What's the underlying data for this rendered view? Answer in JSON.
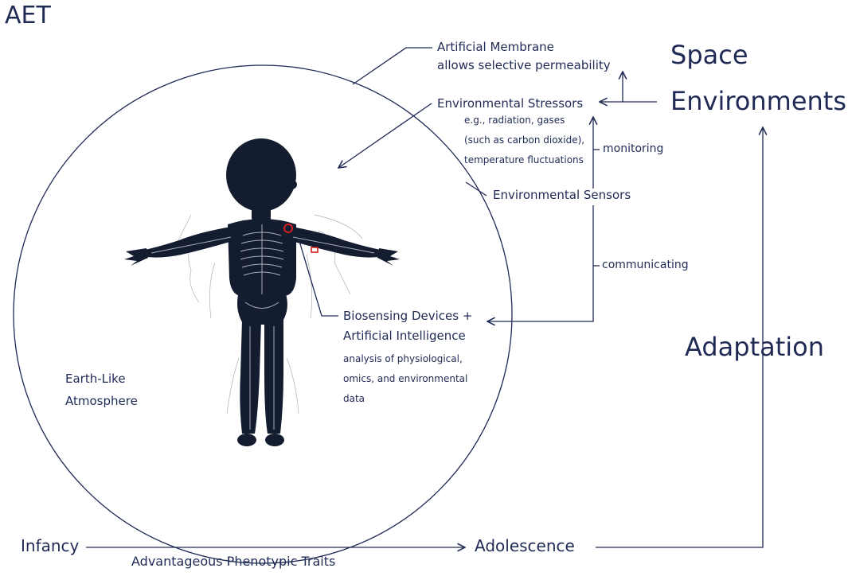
{
  "title": "AET",
  "labels": {
    "membrane": [
      "Artificial Membrane",
      "allows selective permeability"
    ],
    "stressors": "Environmental Stressors",
    "stressor_details": [
      "e.g., radiation, gases",
      "(such as carbon dioxide),",
      "temperature fluctuations"
    ],
    "monitoring": "monitoring",
    "sensors": "Environmental Sensors",
    "communicating": "communicating",
    "biosensing": [
      "Biosensing Devices +",
      "Artificial Intelligence"
    ],
    "biosensing_details": [
      "analysis of physiological,",
      "omics, and environmental",
      "data"
    ],
    "atmosphere": [
      "Earth-Like",
      "Atmosphere"
    ],
    "space": "Space",
    "environments": "Environments",
    "adaptation": "Adaptation",
    "infancy": "Infancy",
    "adolescence": "Adolescence",
    "traits": "Advantageous Phenotypic Traits"
  },
  "colors": {
    "ink": "#1f2a55",
    "figure": "#141c30",
    "sensor_marker": "#d42020"
  },
  "icons": {
    "figure": "child-body-illustration-icon"
  }
}
